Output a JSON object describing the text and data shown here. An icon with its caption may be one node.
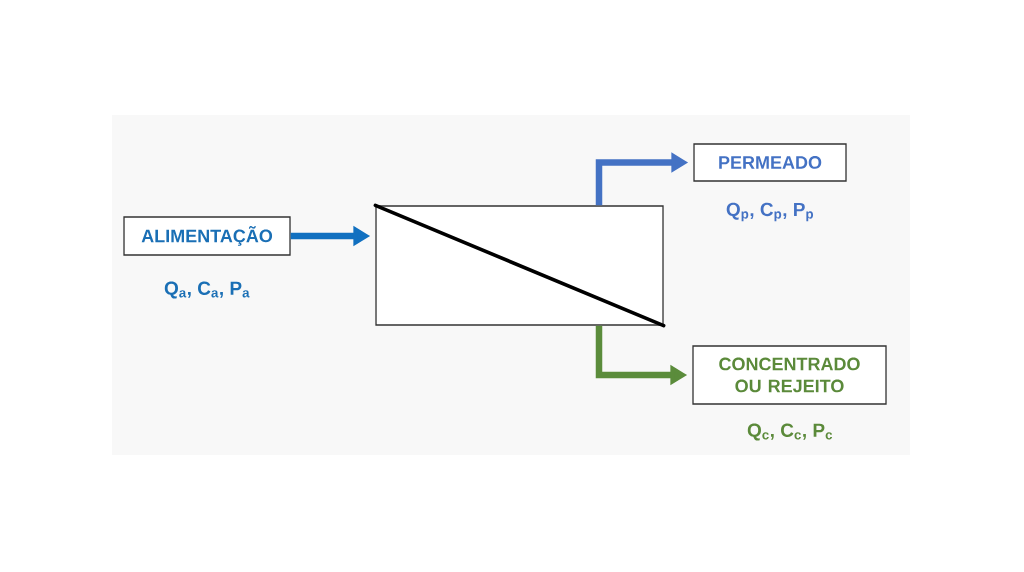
{
  "diagram": {
    "nodes": [
      {
        "text": [
          "ALIMENTAÇÃO"
        ],
        "beside": [
          "Q$_{a}$, C$_{a}$, P$_{a}$"
        ]
      },
      {
        "text": [],
        "shape": "box"
      },
      {
        "text": [
          "PERMEADO"
        ],
        "beside": [
          "Q$_{p}$, C$_{p}$, P$_{p}$"
        ]
      },
      {
        "text": [
          "CONCENTRADO OU REJEITO"
        ],
        "beside": [
          "Q$_{c}$, C$_{c}$, P$_{c}$"
        ]
      }
    ],
    "edges": [
      {
        "from": 0,
        "to": 1,
        "arrow": "to",
        "color": "#1170c0"
      },
      {
        "from": 1,
        "to": 2,
        "arrow": "to",
        "color": "#4472c4"
      },
      {
        "from": 1,
        "to": 3,
        "arrow": "to",
        "color": "#5b8c3b"
      }
    ]
  }
}
